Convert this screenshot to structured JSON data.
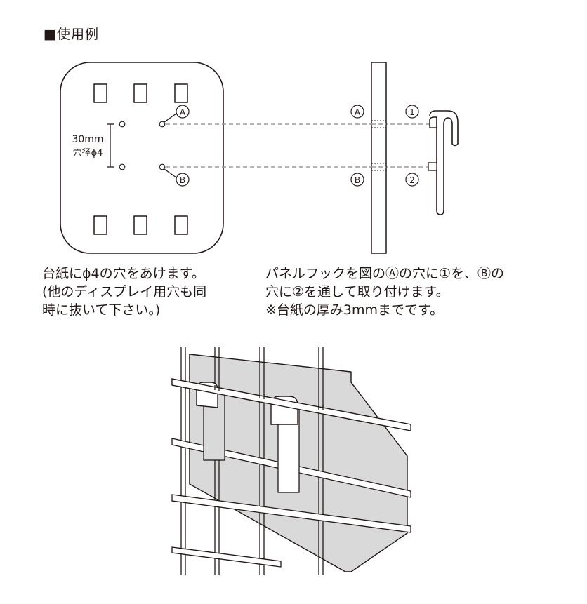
{
  "title": "■使用例",
  "card": {
    "dimension_label": "30mm",
    "hole_label": "穴径ϕ4",
    "marker_a": "A",
    "marker_b": "B"
  },
  "side_view": {
    "marker_a": "A",
    "marker_b": "B",
    "step_1": "1",
    "step_2": "2"
  },
  "caption_left": "台紙にϕ4の穴をあけます。\n(他のディスプレイ用穴も同\n時に抜いて下さい。)",
  "caption_right": "パネルフックを図のⒶの穴に①を、Ⓑの\n穴に②を通して取り付けます。\n※台紙の厚み3mmまでです。",
  "colors": {
    "line": "#231815",
    "dashed": "#9a9a9a",
    "panel_fill": "#d6d6d6"
  }
}
